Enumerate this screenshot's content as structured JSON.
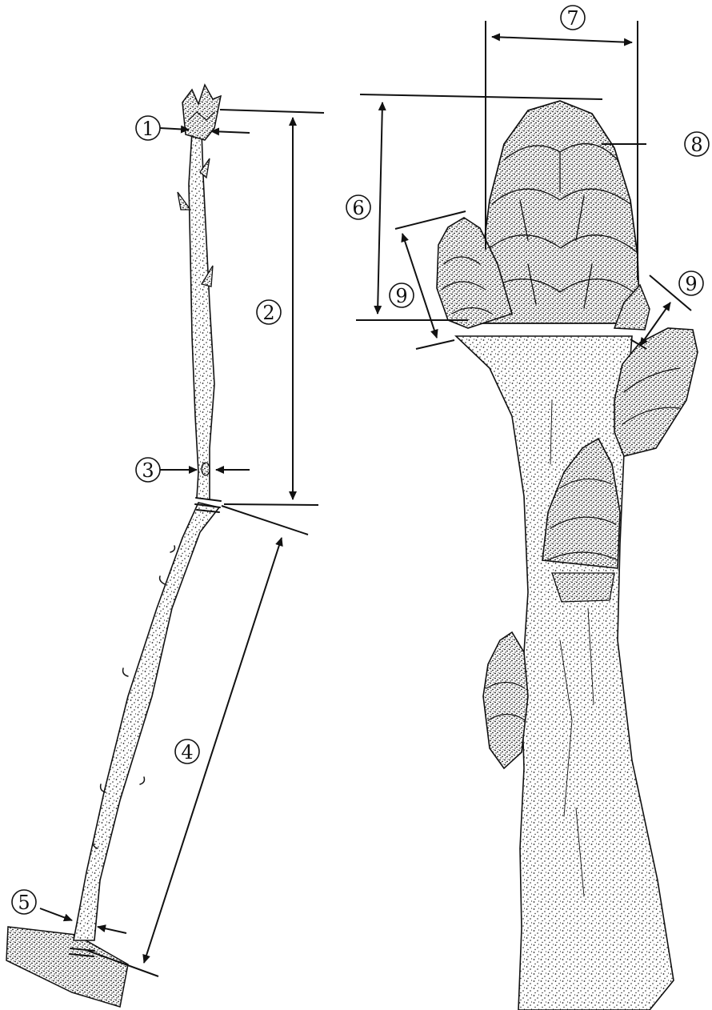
{
  "callouts": [
    "1",
    "2",
    "3",
    "4",
    "5",
    "6",
    "7",
    "8",
    "9",
    "9"
  ]
}
